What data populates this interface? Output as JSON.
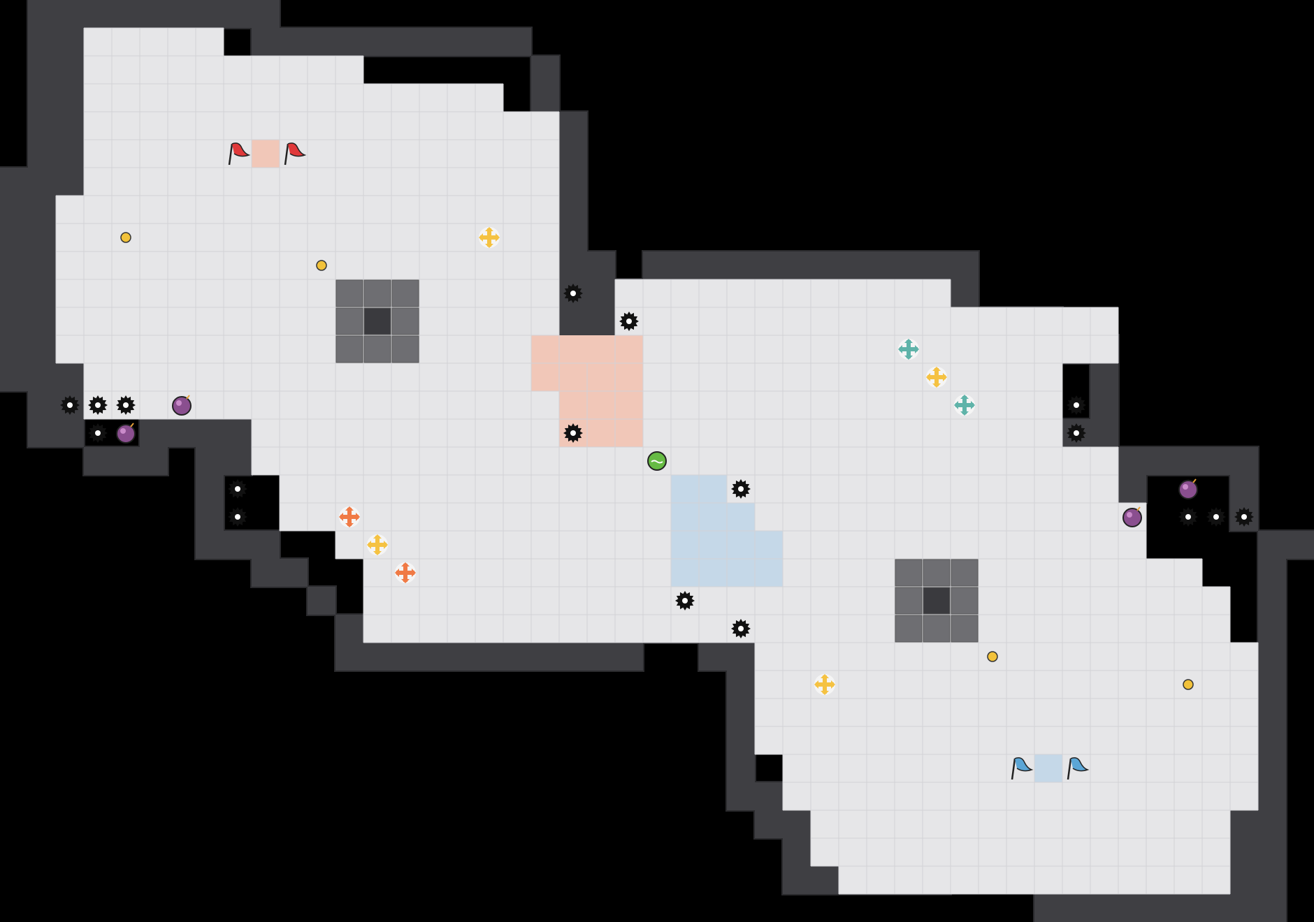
{
  "game": {
    "type": "capture-the-flag top-down arena",
    "grid": {
      "cols": 47,
      "rows": 33
    },
    "colors": {
      "background": "#000000",
      "floor": "#e6e6e8",
      "floor_grid": "#d2d2d6",
      "wall": "#3f3f43",
      "wall_edge": "#2a2a2d",
      "red_team_zone": "#f1c7b8",
      "blue_team_zone": "#c5d8e8",
      "obstacle": "#6e6e72",
      "boost": "#f5c242",
      "red_boost": "#f07a45",
      "teal_boost": "#5fb3a9",
      "bomb": "#8a4f8f",
      "spike": "#111111",
      "energy_dot": "#f2c23a",
      "ball": "#66bb44"
    },
    "floor_regions": [
      [
        3,
        1,
        8,
        2
      ],
      [
        3,
        2,
        13,
        3
      ],
      [
        3,
        3,
        18,
        4
      ],
      [
        3,
        4,
        20,
        8
      ],
      [
        2,
        7,
        20,
        13
      ],
      [
        3,
        13,
        24,
        15
      ],
      [
        9,
        15,
        26,
        17
      ],
      [
        10,
        17,
        28,
        19
      ],
      [
        12,
        19,
        30,
        20
      ],
      [
        13,
        20,
        30,
        23
      ],
      [
        22,
        10,
        34,
        13
      ],
      [
        23,
        11,
        40,
        13
      ],
      [
        23,
        13,
        38,
        16
      ],
      [
        24,
        16,
        40,
        18
      ],
      [
        24,
        18,
        41,
        20
      ],
      [
        26,
        20,
        43,
        21
      ],
      [
        26,
        21,
        44,
        23
      ],
      [
        28,
        23,
        45,
        25
      ],
      [
        29,
        25,
        45,
        26
      ],
      [
        27,
        22,
        40,
        24
      ],
      [
        27,
        24,
        45,
        27
      ],
      [
        28,
        27,
        45,
        29
      ],
      [
        29,
        29,
        44,
        31
      ],
      [
        30,
        31,
        44,
        32
      ]
    ],
    "wall_regions": [
      [
        2,
        0,
        9,
        1
      ],
      [
        9,
        0,
        10,
        2
      ],
      [
        10,
        1,
        19,
        2
      ],
      [
        19,
        2,
        20,
        4
      ],
      [
        20,
        4,
        21,
        9
      ],
      [
        18,
        9,
        22,
        11
      ],
      [
        21,
        9,
        22,
        10
      ],
      [
        1,
        0,
        3,
        7
      ],
      [
        0,
        6,
        2,
        14
      ],
      [
        0,
        13,
        3,
        14
      ],
      [
        1,
        14,
        3,
        16
      ],
      [
        3,
        16,
        6,
        17
      ],
      [
        5,
        14,
        6,
        16
      ],
      [
        6,
        15,
        9,
        16
      ],
      [
        8,
        16,
        9,
        17
      ],
      [
        7,
        16,
        8,
        20
      ],
      [
        7,
        19,
        10,
        20
      ],
      [
        9,
        20,
        11,
        21
      ],
      [
        11,
        21,
        12,
        22
      ],
      [
        12,
        22,
        13,
        24
      ],
      [
        12,
        23,
        23,
        24
      ],
      [
        22,
        22,
        25,
        23
      ],
      [
        24,
        21,
        28,
        22
      ],
      [
        25,
        22,
        26,
        24
      ],
      [
        27,
        22,
        29,
        24
      ],
      [
        25,
        23,
        29,
        24
      ],
      [
        26,
        24,
        27,
        29
      ],
      [
        27,
        28,
        28,
        30
      ],
      [
        28,
        29,
        29,
        32
      ],
      [
        29,
        31,
        34,
        32
      ],
      [
        34,
        30,
        38,
        31
      ],
      [
        37,
        31,
        38,
        33
      ],
      [
        38,
        32,
        45,
        33
      ],
      [
        44,
        25,
        46,
        33
      ],
      [
        45,
        19,
        46,
        26
      ],
      [
        45,
        19,
        47,
        20
      ],
      [
        44,
        16,
        45,
        19
      ],
      [
        41,
        16,
        45,
        17
      ],
      [
        40,
        16,
        41,
        18
      ],
      [
        38,
        17,
        41,
        18
      ],
      [
        38,
        15,
        40,
        17
      ],
      [
        39,
        13,
        40,
        16
      ],
      [
        37,
        12,
        40,
        13
      ],
      [
        35,
        11,
        38,
        12
      ],
      [
        34,
        9,
        35,
        11
      ],
      [
        23,
        9,
        35,
        10
      ],
      [
        22,
        10,
        25,
        11
      ],
      [
        19,
        10,
        21,
        12
      ],
      [
        19,
        11,
        22,
        12
      ]
    ],
    "red_zone": [
      [
        19,
        12,
        23,
        14
      ],
      [
        20,
        14,
        23,
        16
      ],
      [
        23,
        13,
        23,
        16
      ]
    ],
    "blue_zone": [
      [
        24,
        17,
        26,
        21
      ],
      [
        26,
        18,
        27,
        21
      ],
      [
        27,
        19,
        28,
        21
      ],
      [
        37,
        27,
        38,
        28
      ]
    ],
    "red_flag_tile": [
      9,
      5
    ],
    "blue_flag_tile": [
      37,
      27
    ],
    "obstacle_blocks": [
      [
        12,
        10
      ],
      [
        32,
        20
      ]
    ],
    "flags": [
      {
        "team": "red",
        "tile": [
          8,
          5
        ]
      },
      {
        "team": "red",
        "tile": [
          10,
          5
        ]
      },
      {
        "team": "blue",
        "tile": [
          36,
          27
        ]
      },
      {
        "team": "blue",
        "tile": [
          38,
          27
        ]
      }
    ],
    "boosts": [
      {
        "kind": "yellow",
        "tile": [
          17,
          8
        ]
      },
      {
        "kind": "yellow",
        "tile": [
          13,
          19
        ]
      },
      {
        "kind": "yellow",
        "tile": [
          33,
          13
        ]
      },
      {
        "kind": "yellow",
        "tile": [
          29,
          24
        ]
      },
      {
        "kind": "red",
        "tile": [
          12,
          18
        ]
      },
      {
        "kind": "red",
        "tile": [
          14,
          20
        ]
      },
      {
        "kind": "teal",
        "tile": [
          32,
          12
        ]
      },
      {
        "kind": "teal",
        "tile": [
          34,
          14
        ]
      }
    ],
    "spikes": [
      [
        20,
        10
      ],
      [
        22,
        11
      ],
      [
        2,
        14
      ],
      [
        3,
        14
      ],
      [
        4,
        14
      ],
      [
        3,
        15
      ],
      [
        8,
        17
      ],
      [
        8,
        18
      ],
      [
        20,
        15
      ],
      [
        26,
        17
      ],
      [
        24,
        21
      ],
      [
        26,
        22
      ],
      [
        38,
        14
      ],
      [
        38,
        15
      ],
      [
        42,
        17
      ],
      [
        42,
        18
      ],
      [
        43,
        18
      ],
      [
        44,
        18
      ]
    ],
    "bombs": [
      [
        6,
        14
      ],
      [
        4,
        15
      ],
      [
        42,
        17
      ],
      [
        40,
        18
      ]
    ],
    "energy_dots": [
      [
        4,
        8
      ],
      [
        11,
        9
      ],
      [
        35,
        23
      ],
      [
        42,
        24
      ]
    ],
    "ball": {
      "tile": [
        23,
        16
      ]
    }
  }
}
